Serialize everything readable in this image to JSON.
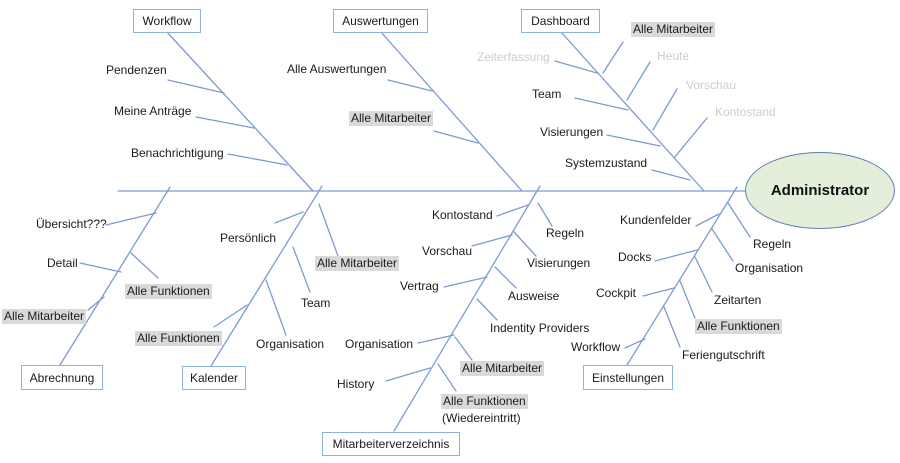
{
  "diagram": {
    "type": "fishbone",
    "head": "Administrator",
    "branches": {
      "workflow": {
        "box": "Workflow",
        "items": {
          "pendenzen": "Pendenzen",
          "meine_antraege": "Meine Anträge",
          "benachrichtigung": "Benachrichtigung"
        }
      },
      "auswertungen": {
        "box": "Auswertungen",
        "items": {
          "alle_auswertungen": "Alle Auswertungen",
          "alle_mitarbeiter": "Alle Mitarbeiter"
        }
      },
      "dashboard": {
        "box": "Dashboard",
        "items": {
          "zeiterfassung": "Zeiterfassung",
          "team": "Team",
          "visierungen": "Visierungen",
          "systemzustand": "Systemzustand",
          "alle_mitarbeiter": "Alle Mitarbeiter",
          "heute": "Heute",
          "vorschau": "Vorschau",
          "kontostand": "Kontostand"
        }
      },
      "abrechnung": {
        "box": "Abrechnung",
        "items": {
          "uebersicht": "Übersicht???",
          "detail": "Detail",
          "alle_mitarbeiter": "Alle Mitarbeiter",
          "alle_funktionen": "Alle Funktionen"
        }
      },
      "kalender": {
        "box": "Kalender",
        "items": {
          "alle_funktionen": "Alle Funktionen",
          "persoenlich": "Persönlich",
          "alle_mitarbeiter": "Alle Mitarbeiter",
          "team": "Team",
          "organisation": "Organisation"
        }
      },
      "mitarbeiterverzeichnis": {
        "box": "Mitarbeiterverzeichnis",
        "items": {
          "kontostand": "Kontostand",
          "vorschau": "Vorschau",
          "vertrag": "Vertrag",
          "organisation": "Organisation",
          "history": "History",
          "regeln": "Regeln",
          "visierungen": "Visierungen",
          "ausweise": "Ausweise",
          "identity_providers": "Indentity Providers",
          "alle_mitarbeiter": "Alle Mitarbeiter",
          "alle_funktionen": "Alle Funktionen",
          "wiedereintritt": "(Wiedereintritt)"
        }
      },
      "einstellungen": {
        "box": "Einstellungen",
        "items": {
          "kundenfelder": "Kundenfelder",
          "docks": "Docks",
          "cockpit": "Cockpit",
          "workflow": "Workflow",
          "regeln": "Regeln",
          "organisation": "Organisation",
          "zeitarten": "Zeitarten",
          "alle_funktionen": "Alle Funktionen",
          "feriengutschrift": "Feriengutschrift"
        }
      }
    }
  },
  "colors": {
    "line": "#7d9bd3",
    "box_border": "#8ab4de",
    "highlight_bg": "#d9d9d9",
    "muted_text": "#cdcdcd",
    "head_fill": "#e3efdb",
    "head_border": "#5f7fb8"
  }
}
